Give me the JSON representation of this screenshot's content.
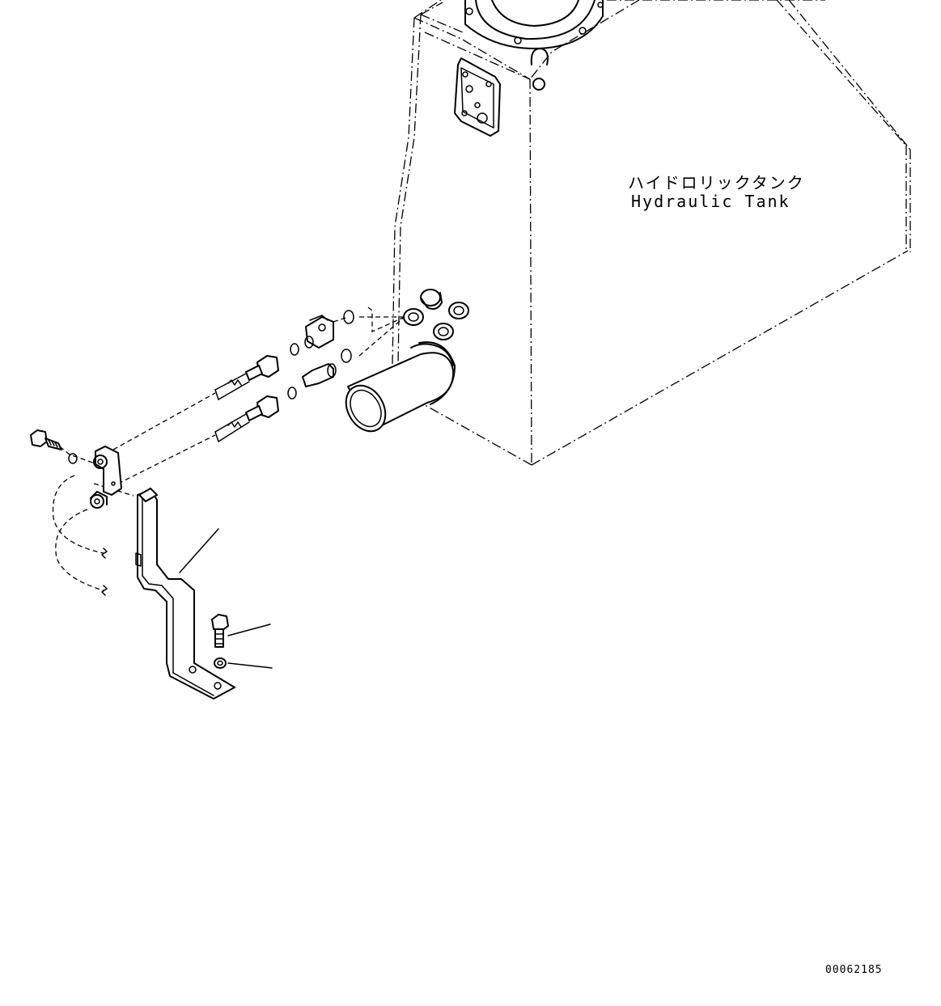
{
  "labels": {
    "tank_jp": "ハイドロリックタンク",
    "tank_en": "Hydraulic Tank"
  },
  "drawing_number": "00062185"
}
